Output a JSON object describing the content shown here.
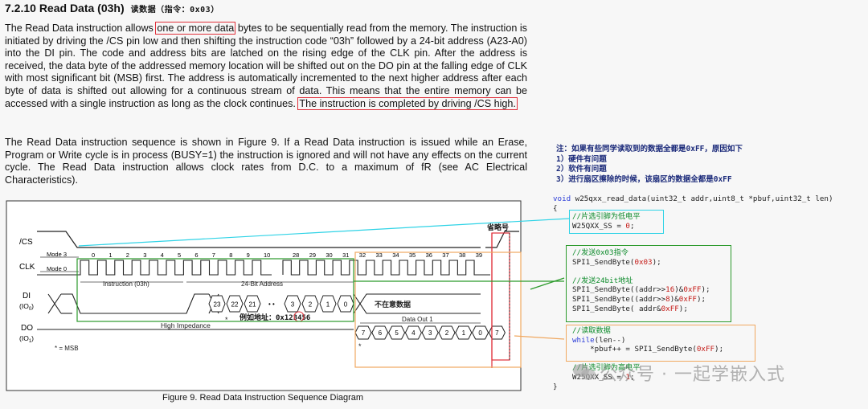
{
  "heading": {
    "number_title": "7.2.10  Read Data (03h)",
    "cn": "读数据（指令：0x03）"
  },
  "para1": {
    "s1": "The Read Data instruction allows ",
    "hl1": "one or more data",
    "s2": " bytes to be sequentially read from the memory. The instruction is initiated by driving the /CS pin low and then shifting the instruction code “03h”  followed by a 24-bit address (A23-A0) into the DI pin. The code and address bits are latched on the rising edge of the CLK pin. After the address is received, the data byte of the addressed memory location will be shifted out on the DO pin at the falling edge of CLK with most significant bit (MSB) first. The address is automatically incremented to the next higher address after each byte of data is shifted out allowing for a continuous stream of data. This means that the entire memory can be accessed with a single instruction as long as the clock continues.",
    "hl2": "The instruction is completed by driving /CS high."
  },
  "para2": "The Read Data instruction sequence is shown in Figure 9. If a Read Data instruction is issued while an Erase, Program or Write cycle is in process (BUSY=1) the instruction is ignored and will not have any effects on the current cycle. The Read Data instruction allows clock rates from D.C. to a maximum of fR (see AC Electrical Characteristics).",
  "diagram": {
    "sig_cs": "/CS",
    "sig_clk": "CLK",
    "sig_di": "DI",
    "sig_di_sub": "(IO",
    "sig_di_idx": "0",
    "sig_do": "DO",
    "sig_do_idx": "1",
    "close_paren": ")",
    "mode3": "Mode 3",
    "mode0": "Mode 0",
    "clk_nums_a": [
      "0",
      "1",
      "2",
      "3",
      "4",
      "5",
      "6",
      "7",
      "8",
      "9",
      "10"
    ],
    "clk_nums_b": [
      "28",
      "29",
      "30",
      "31",
      "32",
      "33",
      "34",
      "35",
      "36",
      "37",
      "38",
      "39"
    ],
    "instr": "Instruction (03h)",
    "addr": "24-Bit Address",
    "addr_bits": [
      "23",
      "22",
      "21",
      "3",
      "2",
      "1",
      "0"
    ],
    "high_z": "High Impedance",
    "data_out": "Data Out 1",
    "do_bits": [
      "7",
      "6",
      "5",
      "4",
      "3",
      "2",
      "1",
      "0",
      "7"
    ],
    "star": "*",
    "msb_note": "* = MSB",
    "omit_label": "省略号",
    "ignore_label": "不在意数据",
    "example_addr": "例如地址：0x123456"
  },
  "caption": "Figure 9. Read Data Instruction Sequence Diagram",
  "notes": [
    "注：如果有些同学读取到的数据全都是0xFF，原因如下",
    "1）硬件有问题",
    "2）软件有问题",
    "3）进行扇区擦除的时候，该扇区的数据全都是0xFF"
  ],
  "code": {
    "sig_kw": "void",
    "sig_rest": " w25qxx_read_data(uint32_t addr,uint8_t *pbuf,uint32_t len)",
    "brace_open": "{",
    "c1": "//片选引脚为低电平",
    "l1_a": "W25QXX_SS = ",
    "l1_b": "0",
    "semi": ";",
    "c2": "//发送0x03指令",
    "l2_a": "SPI1_SendByte(",
    "l2_b": "0x03",
    "l2_c": ");",
    "c3": "//发送24bit地址",
    "l3_a": "SPI1_SendByte((addr>>",
    "l3_b": "16",
    "l3_c": ")&",
    "l3_d": "0xFF",
    "l4_a": "SPI1_SendByte((addr>>",
    "l4_b": "8",
    "l5_a": "SPI1_SendByte( addr&",
    "c4": "//读取数据",
    "w_kw": "while",
    "w_rest": "(len--)",
    "l6_a": "    *pbuf++ = SPI1_SendByte(",
    "c5": "//片选引脚为高电平",
    "l7_a": "W25QXX_SS = ",
    "l7_b": "1",
    "brace_close": "}"
  },
  "watermark": "公众号 · 一起学嵌入式",
  "colors": {
    "highlight_red": "#e0303a",
    "cyan": "#2fd3e6",
    "green": "#2b9a2b",
    "orange": "#f0a860",
    "keyword_blue": "#2a3bd8",
    "comment_green": "#0c8a2a"
  }
}
